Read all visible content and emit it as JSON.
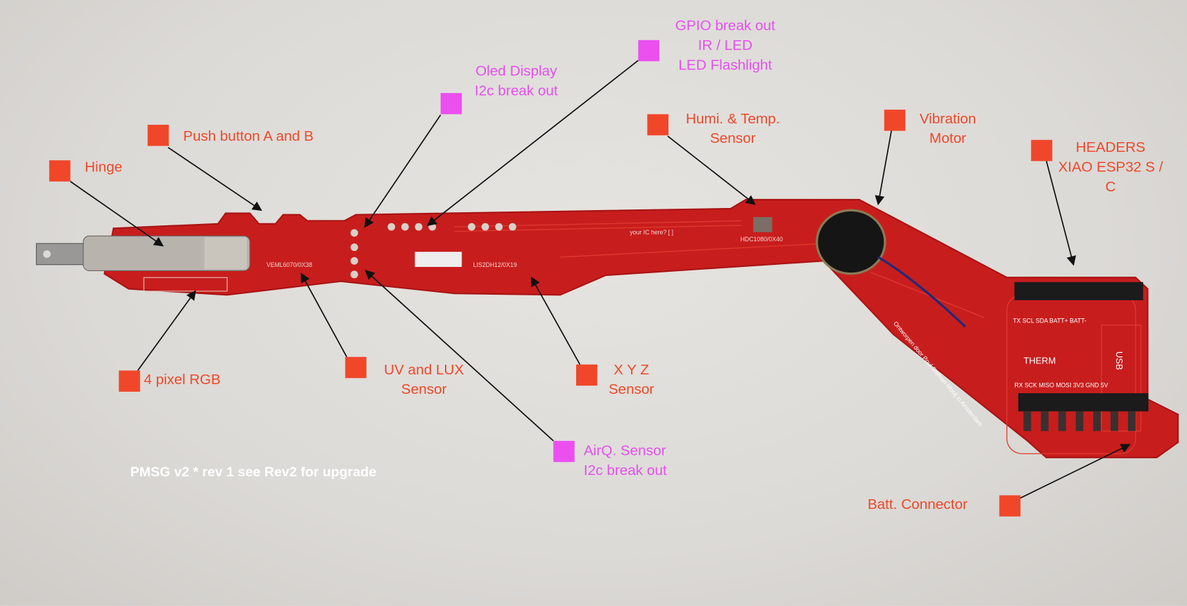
{
  "colors": {
    "label_red": "#f0472a",
    "label_magenta": "#e64ef0",
    "pcb": "#c81d1d",
    "background": "#dddbd7"
  },
  "note": "PMSG v2 * rev 1 see Rev2 for upgrade",
  "labels": {
    "hinge": [
      "Hinge"
    ],
    "push_button": [
      "Push button A and B"
    ],
    "oled": [
      "Oled  Display",
      "I2c break out"
    ],
    "gpio": [
      "GPIO break out",
      "IR / LED",
      "LED Flashlight"
    ],
    "humi": [
      "Humi. & Temp.",
      "Sensor"
    ],
    "vibration": [
      "Vibration",
      "Motor"
    ],
    "headers": [
      "HEADERS",
      "XIAO ESP32 S /",
      "C"
    ],
    "rgb": [
      "4 pixel RGB"
    ],
    "uv": [
      "UV and LUX",
      "Sensor"
    ],
    "xyz": [
      "X Y Z",
      "Sensor"
    ],
    "airq": [
      "AirQ. Sensor",
      "I2c break out"
    ],
    "batt": [
      "Batt. Connector"
    ]
  },
  "silkscreen": {
    "ic_here": "your IC here? [ ]",
    "hdc": "HDC1080/0X40",
    "veml": "VEML6070/0X38",
    "lis": "LIS2DH12/0X19",
    "therm": "THERM",
    "usb": "USB",
    "credit": "Ontworpen door Poul Stefoan Mooij in Amsterdam",
    "pins_top": [
      "TX",
      "SCL",
      "SDA",
      "BATT+",
      "BATT-"
    ],
    "pins_bottom": [
      "RX",
      "SCK",
      "MISO",
      "MOSI",
      "3V3",
      "GND",
      "5V"
    ]
  }
}
